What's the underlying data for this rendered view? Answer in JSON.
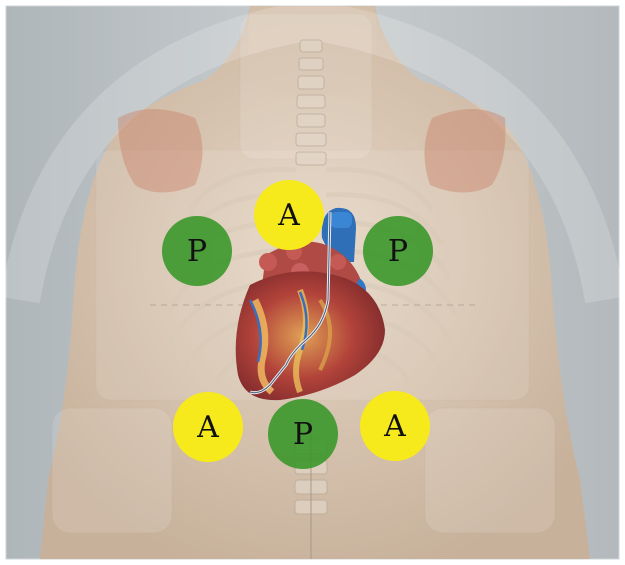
{
  "figure": {
    "colors": {
      "anterior_marker": "#f7ea1c",
      "posterior_marker": "#379628",
      "skin": "#d9c7b3",
      "background": "#b8bdc0"
    },
    "markers": [
      {
        "label": "A",
        "kind": "anterior"
      },
      {
        "label": "P",
        "kind": "posterior"
      },
      {
        "label": "P",
        "kind": "posterior"
      },
      {
        "label": "A",
        "kind": "anterior"
      },
      {
        "label": "P",
        "kind": "posterior"
      },
      {
        "label": "A",
        "kind": "anterior"
      }
    ]
  }
}
